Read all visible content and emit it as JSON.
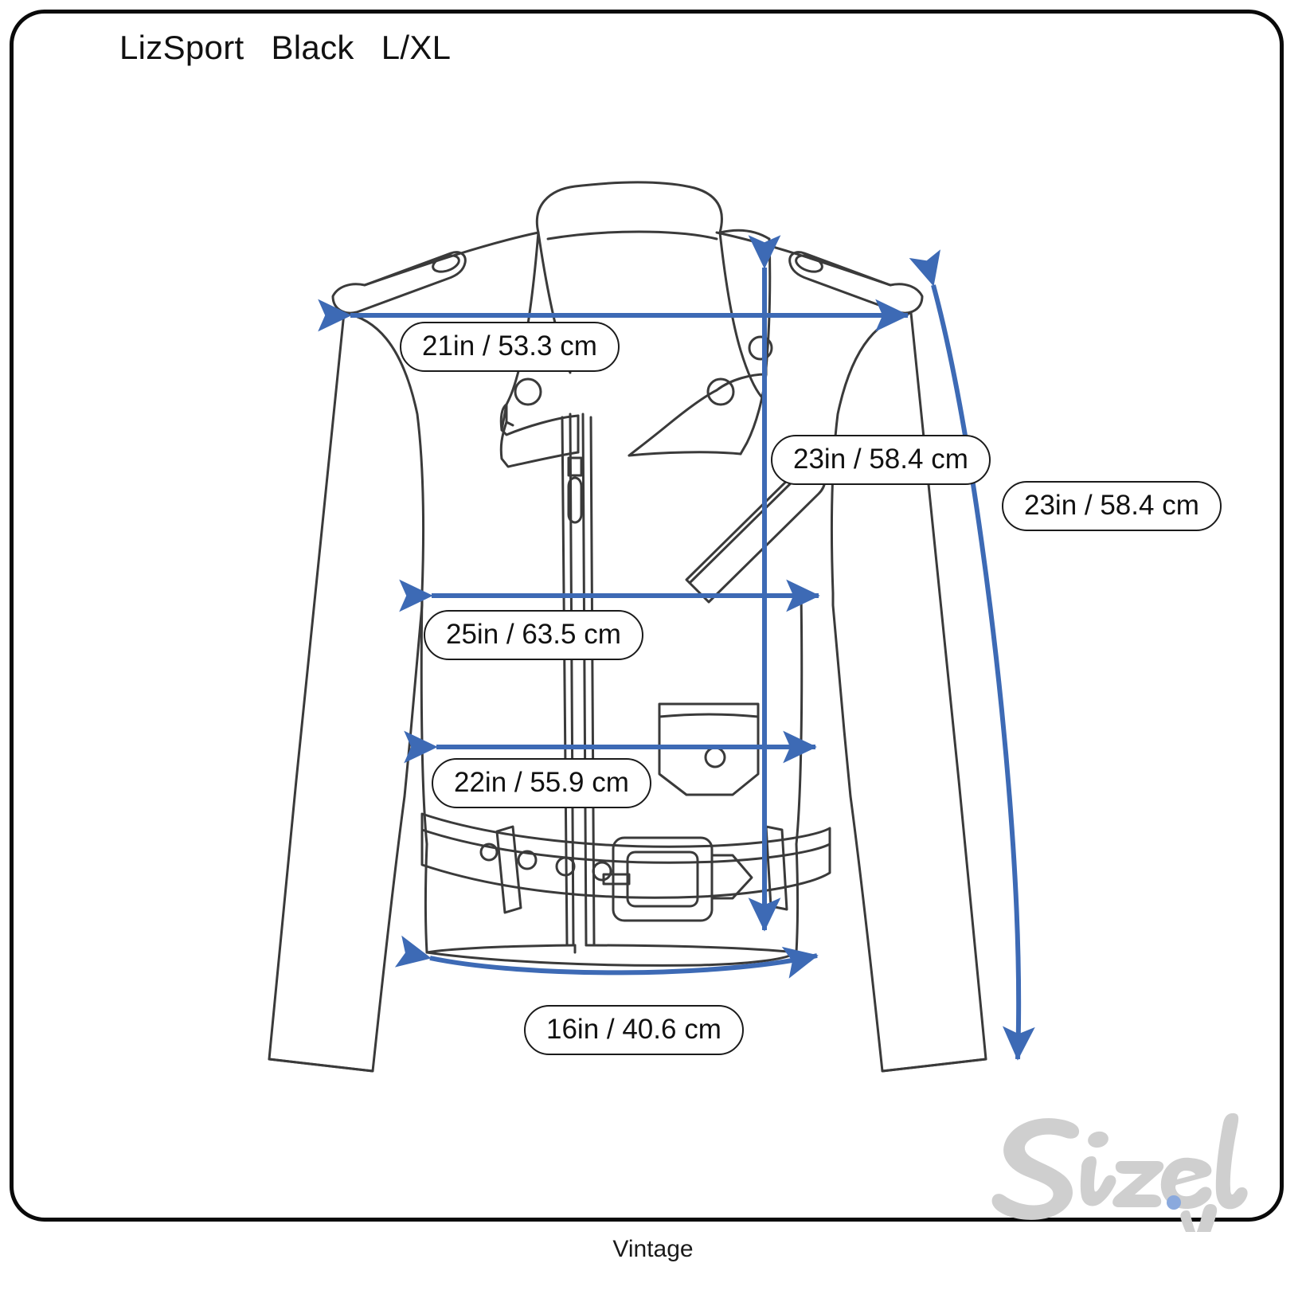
{
  "frame": {
    "border_color": "#0a0a0a",
    "background": "#ffffff"
  },
  "header": {
    "brand": "LizSport",
    "color_name": "Black",
    "size": "L/XL",
    "full_text": "LizSport    Black    L/XL"
  },
  "garment": {
    "type": "moto-jacket",
    "outline_color": "#333333",
    "view": "flat-lay-front"
  },
  "measurement_color": "#3d6ab5",
  "measurements": [
    {
      "id": "shoulder",
      "label": "21in / 53.3 cm",
      "inches": 21,
      "cm": 53.3,
      "orientation": "horizontal"
    },
    {
      "id": "length",
      "label": "23in / 58.4 cm",
      "inches": 23,
      "cm": 58.4,
      "orientation": "vertical"
    },
    {
      "id": "sleeve",
      "label": "23in / 58.4 cm",
      "inches": 23,
      "cm": 58.4,
      "orientation": "curved"
    },
    {
      "id": "chest",
      "label": "25in / 63.5 cm",
      "inches": 25,
      "cm": 63.5,
      "orientation": "horizontal"
    },
    {
      "id": "waist",
      "label": "22in / 55.9 cm",
      "inches": 22,
      "cm": 55.9,
      "orientation": "horizontal"
    },
    {
      "id": "hem",
      "label": "16in / 40.6 cm",
      "inches": 16,
      "cm": 40.6,
      "orientation": "horizontal-curved"
    }
  ],
  "footer": {
    "note": "Vintage"
  },
  "logo": {
    "text": "Size",
    "suffix": "ly",
    "dot": ".",
    "text_color": "#cccccc",
    "dot_color": "#8aa9dd"
  }
}
